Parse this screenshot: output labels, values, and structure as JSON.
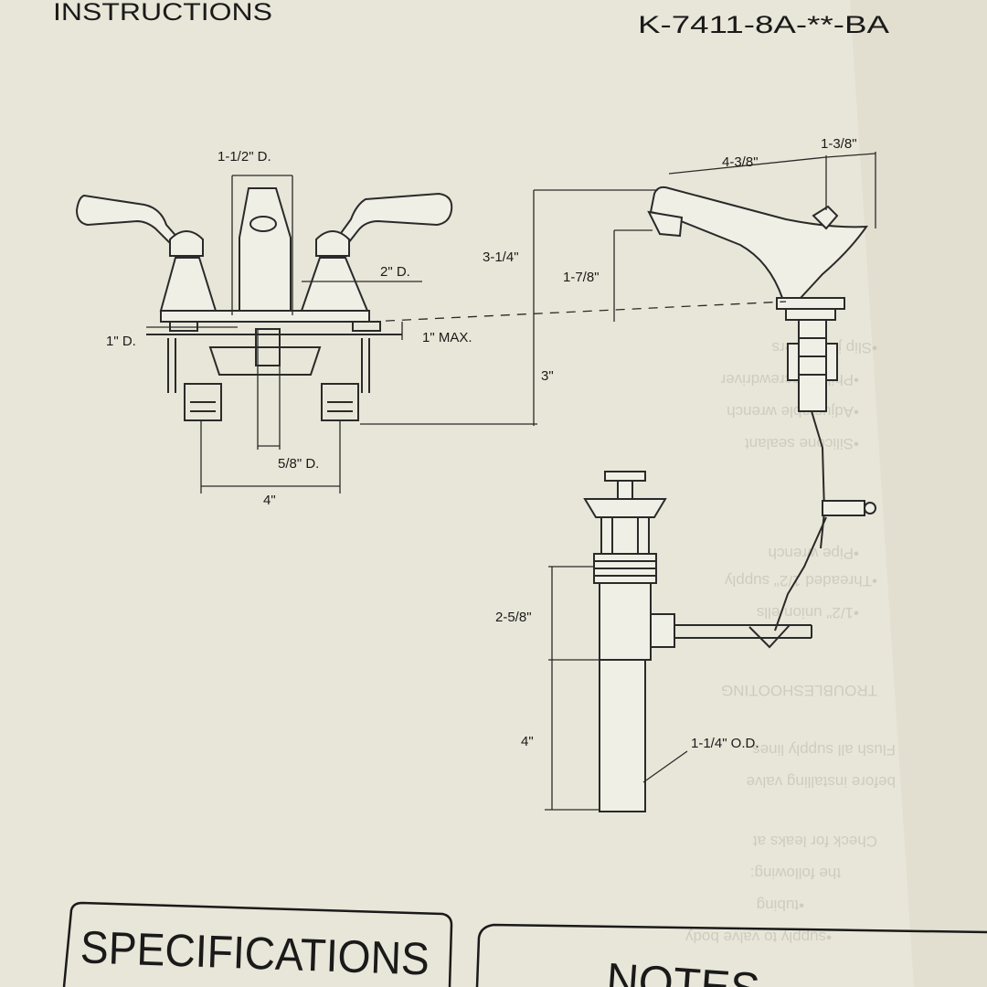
{
  "header": {
    "left_title": "INSTRUCTIONS",
    "model_number": "K-7411-8A-**-BA"
  },
  "faucet_front": {
    "spout_diameter": "1-1/2\" D.",
    "escutcheon_diameter": "2\" D.",
    "shank_diameter": "1\" D.",
    "deck_thickness": "1\" MAX.",
    "center_shank_diameter": "5/8\" D.",
    "center_spacing": "4\""
  },
  "faucet_side": {
    "spout_reach": "4-3/8\"",
    "lift_rod_offset": "1-3/8\"",
    "total_height": "3-1/4\"",
    "aerator_height": "1-7/8\"",
    "below_deck": "3\""
  },
  "drain": {
    "body_height": "2-5/8\"",
    "tailpiece_length": "4\"",
    "tailpiece_od": "1-1/4\" O.D."
  },
  "sections": {
    "specifications": "SPECIFICATIONS",
    "notes": "NOTES"
  }
}
